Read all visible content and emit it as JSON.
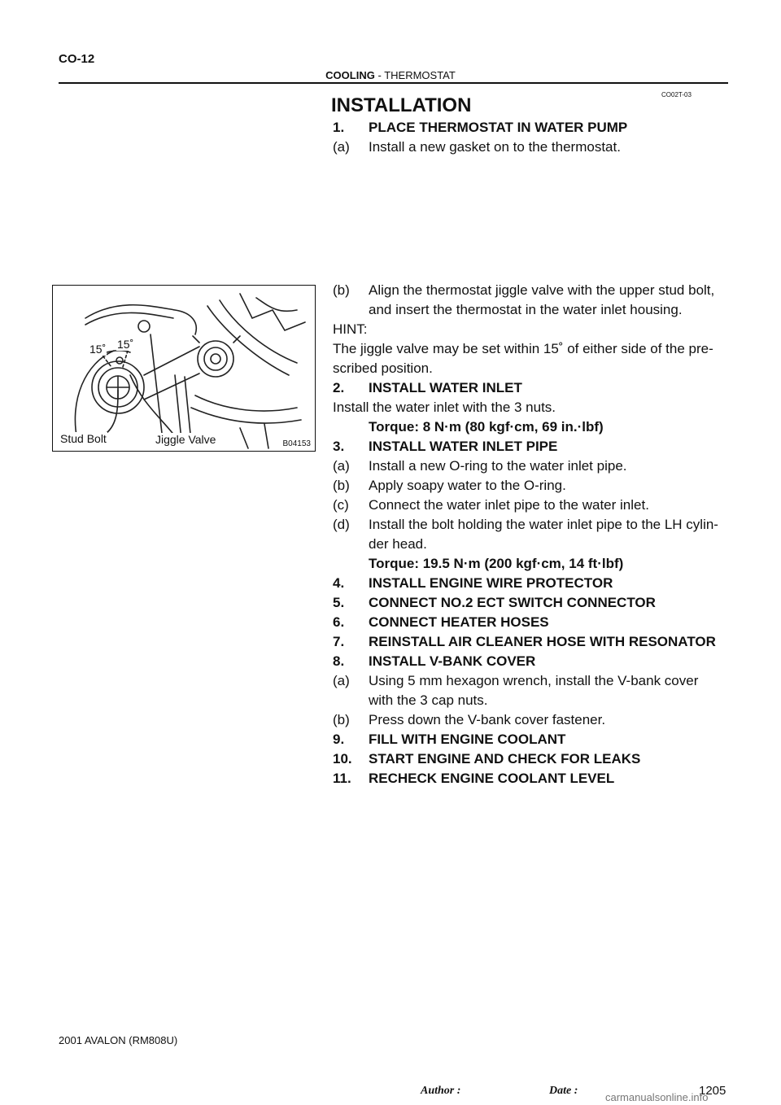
{
  "header": {
    "page_code": "CO-12",
    "section": "COOLING",
    "separator": "-",
    "subsection": "THERMOSTAT",
    "doc_code": "CO02T-03"
  },
  "title": "INSTALLATION",
  "figure": {
    "angle_left": "15˚",
    "angle_right": "15˚",
    "label_stud_bolt": "Stud Bolt",
    "label_jiggle_valve": "Jiggle Valve",
    "code": "B04153"
  },
  "steps": [
    {
      "num": "1.",
      "text": "PLACE THERMOSTAT IN WATER PUMP"
    },
    {
      "num": "(a)",
      "text": "Install a new gasket on to the thermostat."
    },
    {
      "num": "(b)",
      "text": "Align the thermostat jiggle valve with the upper stud bolt,"
    },
    {
      "num": "",
      "text": "and insert the thermostat in the water inlet housing."
    },
    {
      "num": "",
      "text": "HINT:"
    },
    {
      "num": "",
      "text": "The jiggle valve may be set within 15˚ of either side of the pre-"
    },
    {
      "num": "",
      "text": "scribed position."
    },
    {
      "num": "2.",
      "text": "INSTALL WATER INLET"
    },
    {
      "num": "",
      "text": "Install the water inlet with the 3 nuts."
    },
    {
      "num": "",
      "text": "Torque: 8 N·m (80 kgf·cm, 69 in.·lbf)"
    },
    {
      "num": "3.",
      "text": "INSTALL WATER INLET PIPE"
    },
    {
      "num": "(a)",
      "text": "Install a new O-ring to the water inlet pipe."
    },
    {
      "num": "(b)",
      "text": "Apply soapy water to the O-ring."
    },
    {
      "num": "(c)",
      "text": "Connect the water inlet pipe to the water inlet."
    },
    {
      "num": "(d)",
      "text": "Install the bolt holding the water inlet pipe to the LH cylin-"
    },
    {
      "num": "",
      "text": "der head."
    },
    {
      "num": "",
      "text": "Torque: 19.5 N·m (200 kgf·cm, 14 ft·lbf)"
    },
    {
      "num": "4.",
      "text": "INSTALL ENGINE WIRE PROTECTOR"
    },
    {
      "num": "5.",
      "text": "CONNECT NO.2 ECT SWITCH CONNECTOR"
    },
    {
      "num": "6.",
      "text": "CONNECT HEATER HOSES"
    },
    {
      "num": "7.",
      "text": "REINSTALL AIR CLEANER HOSE WITH RESONATOR"
    },
    {
      "num": "8.",
      "text": "INSTALL  V-BANK COVER"
    },
    {
      "num": "(a)",
      "text": "Using 5 mm hexagon wrench, install the V-bank cover"
    },
    {
      "num": "",
      "text": "with the 3 cap nuts."
    },
    {
      "num": "(b)",
      "text": "Press down the V-bank cover fastener."
    },
    {
      "num": "9.",
      "text": "FILL WITH ENGINE COOLANT"
    },
    {
      "num": "10.",
      "text": "START ENGINE AND CHECK FOR LEAKS"
    },
    {
      "num": "11.",
      "text": "RECHECK ENGINE COOLANT LEVEL"
    }
  ],
  "footer": {
    "model": "2001 AVALON   (RM808U)",
    "author_label": "Author :",
    "date_label": "Date :",
    "page_number": "1205",
    "watermark": "carmanualsonline.info"
  }
}
